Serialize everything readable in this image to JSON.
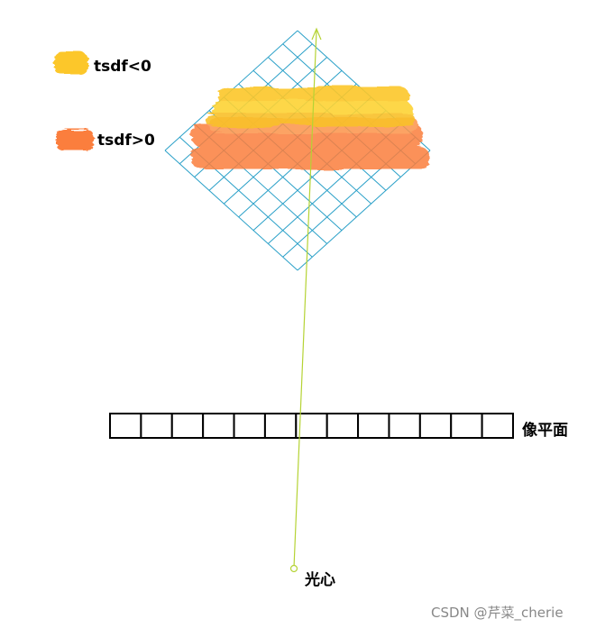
{
  "legend": {
    "negative_label": "tsdf<0",
    "positive_label": "tsdf>0",
    "negative_color": "#fcc72c",
    "positive_color": "#fb7e3c"
  },
  "labels": {
    "image_plane": "像平面",
    "optical_center": "光心"
  },
  "colors": {
    "grid": "#2aa0c8",
    "ray": "#b5d334",
    "image_plane_stroke": "#000000"
  },
  "grid": {
    "cells": 9
  },
  "image_plane": {
    "cells": 13
  },
  "watermark": "CSDN @芹菜_cherie"
}
